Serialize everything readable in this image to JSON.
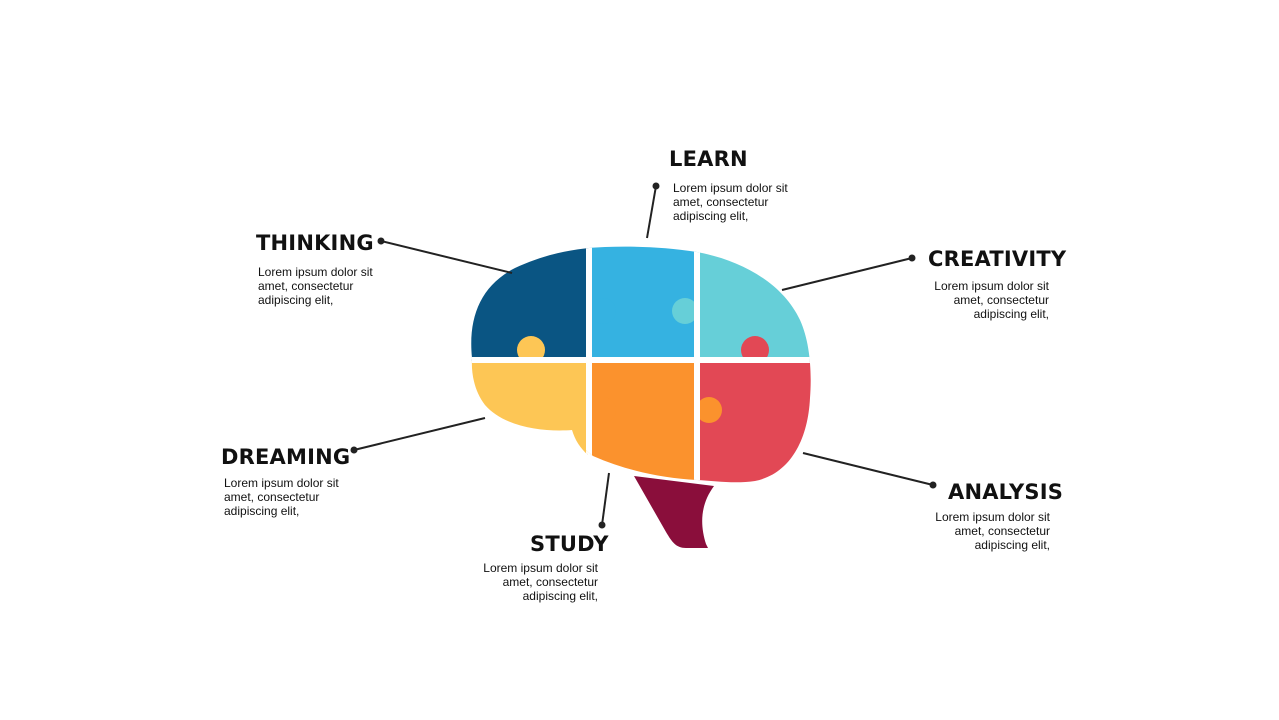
{
  "colors": {
    "thinking": "#0A5583",
    "learn": "#35B2E1",
    "creativity": "#66CFD8",
    "dreaming": "#FDC655",
    "study": "#FB922D",
    "analysis": "#E24855",
    "stem": "#8A0E3B",
    "leader": "#222222",
    "background": "#FFFFFF"
  },
  "sections": {
    "learn": {
      "title": "LEARN",
      "lines": [
        "Lorem ipsum dolor sit",
        "amet, consectetur",
        "adipiscing elit,"
      ]
    },
    "thinking": {
      "title": "THINKING",
      "lines": [
        "Lorem ipsum dolor sit",
        "amet, consectetur",
        "adipiscing elit,"
      ]
    },
    "creativity": {
      "title": "CREATIVITY",
      "lines": [
        "Lorem ipsum dolor sit",
        "amet, consectetur",
        "adipiscing elit,"
      ]
    },
    "dreaming": {
      "title": "DREAMING",
      "lines": [
        "Lorem ipsum dolor sit",
        "amet, consectetur",
        "adipiscing elit,"
      ]
    },
    "study": {
      "title": "STUDY",
      "lines": [
        "Lorem ipsum dolor sit",
        "amet, consectetur",
        "adipiscing elit,"
      ]
    },
    "analysis": {
      "title": "ANALYSIS",
      "lines": [
        "Lorem ipsum dolor sit",
        "amet, consectetur",
        "adipiscing elit,"
      ]
    }
  }
}
